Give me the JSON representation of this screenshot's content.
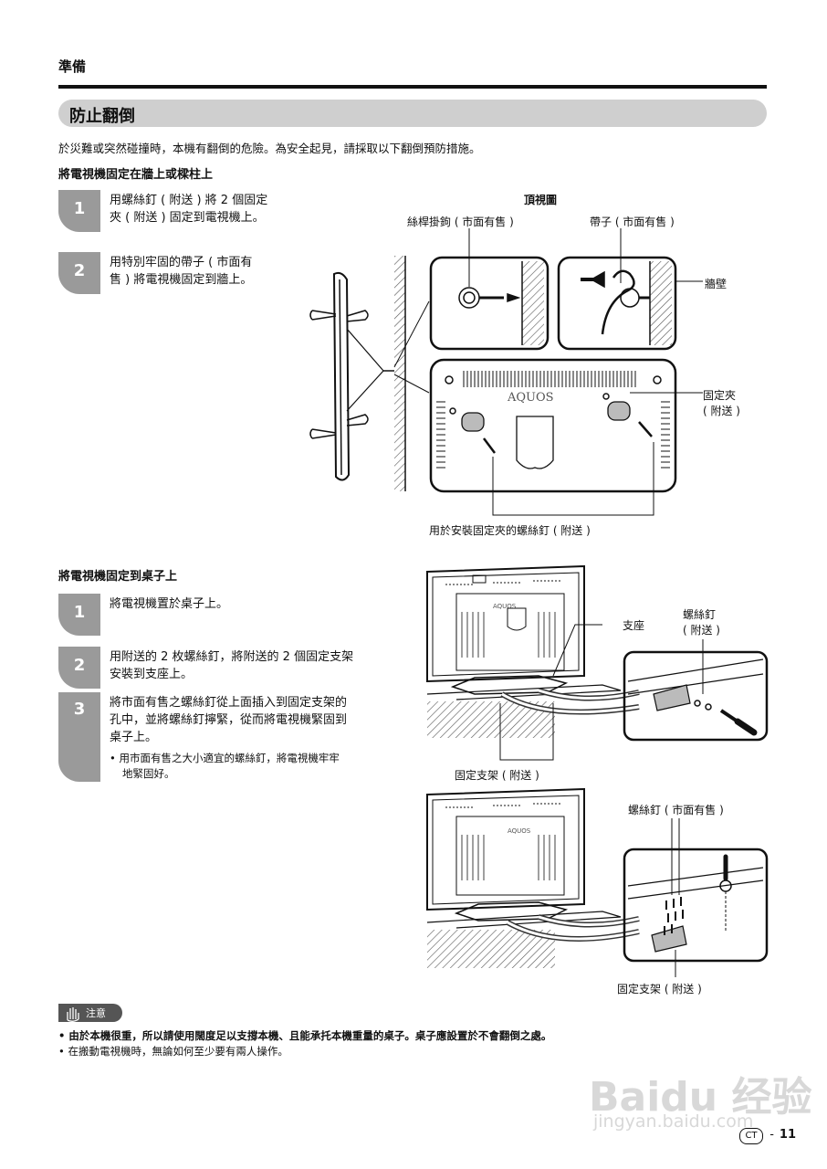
{
  "header": {
    "title": "準備"
  },
  "section": {
    "title": "防止翻倒"
  },
  "intro": "於災難或突然碰撞時，本機有翻倒的危險。為安全起見，請採取以下翻倒預防措施。",
  "wall": {
    "subhead": "將電視機固定在牆上或樑柱上",
    "steps": [
      {
        "num": "1",
        "line1": "用螺絲釘 ( 附送 ) 將 2 個固定",
        "line2": "夾 ( 附送 ) 固定到電視機上。"
      },
      {
        "num": "2",
        "line1": "用特別牢固的帶子 ( 市面有",
        "line2": "售 ) 將電視機固定到牆上。"
      }
    ],
    "diagram": {
      "top_view": "頂視圖",
      "eye_hook": "絲桿掛鉤 ( 市面有售 )",
      "strap": "帶子 ( 市面有售 )",
      "wall": "牆壁",
      "clamp_line1": "固定夾",
      "clamp_line2": "( 附送 )",
      "screws": "用於安裝固定夾的螺絲釘 ( 附送 )",
      "brand": "AQUOS"
    }
  },
  "table": {
    "subhead": "將電視機固定到桌子上",
    "steps": [
      {
        "num": "1",
        "text": "將電視機置於桌子上。"
      },
      {
        "num": "2",
        "line1": "用附送的 2 枚螺絲釘，將附送的 2 個固定支架",
        "line2": "安裝到支座上。"
      },
      {
        "num": "3",
        "line1": "將市面有售之螺絲釘從上面插入到固定支架的",
        "line2": "孔中，並將螺絲釘擰緊，從而將電視機緊固到",
        "line3": "桌子上。"
      }
    ],
    "note_line1": "• 用市面有售之大小適宜的螺絲釘，將電視機牢牢",
    "note_line2": "地緊固好。",
    "diagram": {
      "stand": "支座",
      "screw_line1": "螺絲釘",
      "screw_line2": "( 附送 )",
      "bracket1": "固定支架 ( 附送 )",
      "screw_market": "螺絲釘 ( 市面有售 )",
      "bracket2": "固定支架 ( 附送 )",
      "brand_small": "AQUOS"
    }
  },
  "caution": {
    "label": "注意",
    "items": [
      "• 由於本機很重，所以請使用闊度足以支撐本機、且能承托本機重量的桌子。桌子應設置於不會翻倒之處。",
      "• 在搬動電視機時，無論如何至少要有兩人操作。"
    ]
  },
  "footer": {
    "lang": "CT",
    "dash": "-",
    "page": "11"
  },
  "watermark": {
    "line1": "Baidu 经验",
    "line2": "jingyan.baidu.com"
  }
}
